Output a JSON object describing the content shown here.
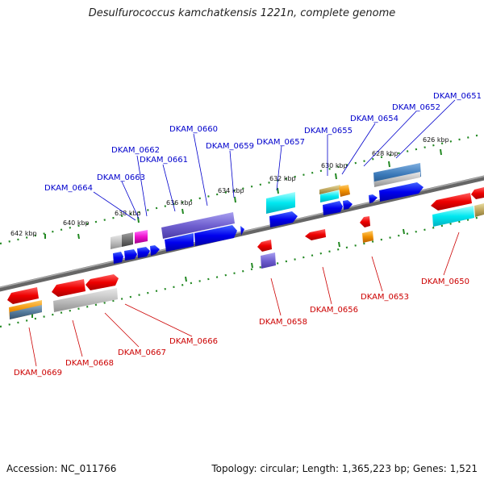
{
  "title": "Desulfurococcus kamchatkensis 1221n, complete genome",
  "footer": {
    "accession": "Accession: NC_011766",
    "summary": "Topology: circular; Length: 1,365,223 bp; Genes: 1,521"
  },
  "colors": {
    "plus_label": "#0000cc",
    "minus_label": "#cc0000",
    "dots": "#228822",
    "track": "#777777"
  },
  "ticks": [
    "642 kbp",
    "640 kbp",
    "638 kbp",
    "636 kbp",
    "634 kbp",
    "632 kbp",
    "630 kbp",
    "628 kbp",
    "626 kbp"
  ],
  "genes_plus": [
    "DKAM_0664",
    "DKAM_0663",
    "DKAM_0662",
    "DKAM_0661",
    "DKAM_0660",
    "DKAM_0659",
    "DKAM_0657",
    "DKAM_0655",
    "DKAM_0654",
    "DKAM_0652",
    "DKAM_0651"
  ],
  "genes_minus": [
    "DKAM_0669",
    "DKAM_0668",
    "DKAM_0667",
    "DKAM_0666",
    "DKAM_0658",
    "DKAM_0656",
    "DKAM_0653",
    "DKAM_0650"
  ]
}
